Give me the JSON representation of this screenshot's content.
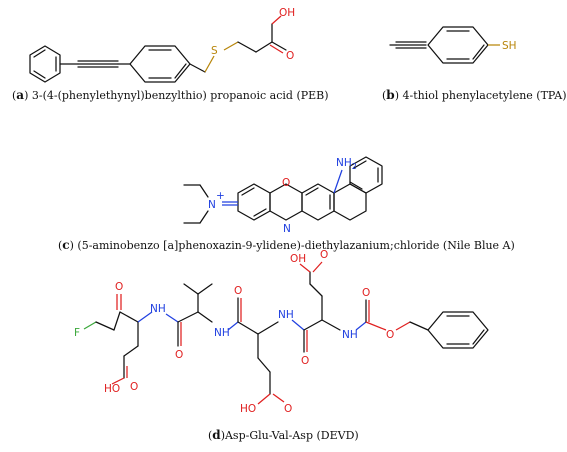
{
  "captions": {
    "a": {
      "letter": "a",
      "text": " 3-(4-(phenylethynyl)benzylthio) propanoic acid (PEB)"
    },
    "b": {
      "letter": "b",
      "text": " 4-thiol phenylacetylene (TPA)"
    },
    "c": {
      "letter": "c",
      "text": " (5-aminobenzo [a]phenoxazin-9-ylidene)-diethylazanium;chloride (Nile Blue A)"
    },
    "d": {
      "letter": "d",
      "text": "Asp-Glu-Val-Asp (DEVD)"
    }
  },
  "atoms": {
    "oh": "OH",
    "o": "O",
    "s": "S",
    "sh": "SH",
    "nh2": "NH",
    "n": "N",
    "nplus": "N",
    "plus": "+",
    "f": "F",
    "nh": "NH",
    "ho": "HO",
    "h": "H",
    "subscript2": "2"
  },
  "colors": {
    "oxygen": "#e02020",
    "sulfur": "#b8860b",
    "nitrogen": "#2040e0",
    "fluorine": "#3aa83a",
    "carbon": "#111111"
  }
}
